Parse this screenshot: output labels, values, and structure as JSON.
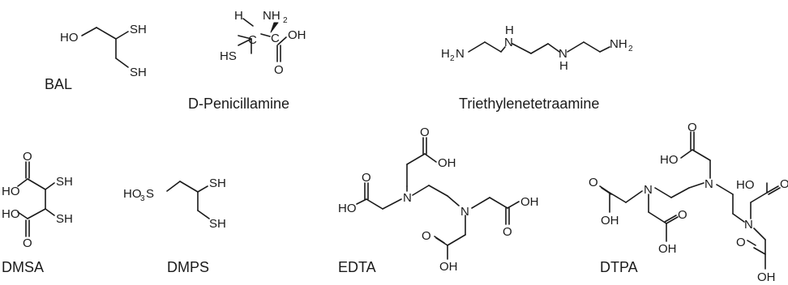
{
  "compounds": {
    "bal": {
      "name": "BAL",
      "atoms": {
        "ho": "HO",
        "sh1": "SH",
        "sh2": "SH"
      }
    },
    "penicillamine": {
      "name": "D-Penicillamine",
      "atoms": {
        "h": "H",
        "nh": "NH",
        "nh_sub": "2",
        "c1": "C",
        "c2": "C",
        "hs": "HS",
        "oh": "OH",
        "o": "O"
      }
    },
    "teta": {
      "name": "Triethylenetetraamine",
      "atoms": {
        "h2n_h": "H",
        "h2n_sub": "2",
        "h2n_n": "N",
        "n1": "N",
        "h1": "H",
        "n2": "N",
        "h2": "H",
        "nh2_nh": "NH",
        "nh2_sub": "2"
      }
    },
    "dmsa": {
      "name": "DMSA",
      "atoms": {
        "o1": "O",
        "ho1": "HO",
        "sh1": "SH",
        "ho2": "HO",
        "sh2": "SH",
        "o2": "O"
      }
    },
    "dmps": {
      "name": "DMPS",
      "atoms": {
        "ho3": "HO",
        "ho3_sub": "3",
        "s": "S",
        "sh1": "SH",
        "sh2": "SH"
      }
    },
    "edta": {
      "name": "EDTA",
      "atoms": {
        "o_top": "O",
        "oh_top": "OH",
        "o_left": "O",
        "ho_left": "HO",
        "n1": "N",
        "n2": "N",
        "o_right": "O",
        "oh_right": "OH",
        "o_bot": "O",
        "oh_bot": "OH"
      }
    },
    "dtpa": {
      "name": "DTPA",
      "atoms": {
        "o_top": "O",
        "ho_top": "HO",
        "n_mid": "N",
        "o_l": "O",
        "oh_l": "OH",
        "n_left": "N",
        "o_lb": "O",
        "oh_lb": "OH",
        "ho_r": "HO",
        "o_r": "O",
        "n_right": "N",
        "o_rb": "O",
        "oh_rb": "OH"
      }
    }
  }
}
